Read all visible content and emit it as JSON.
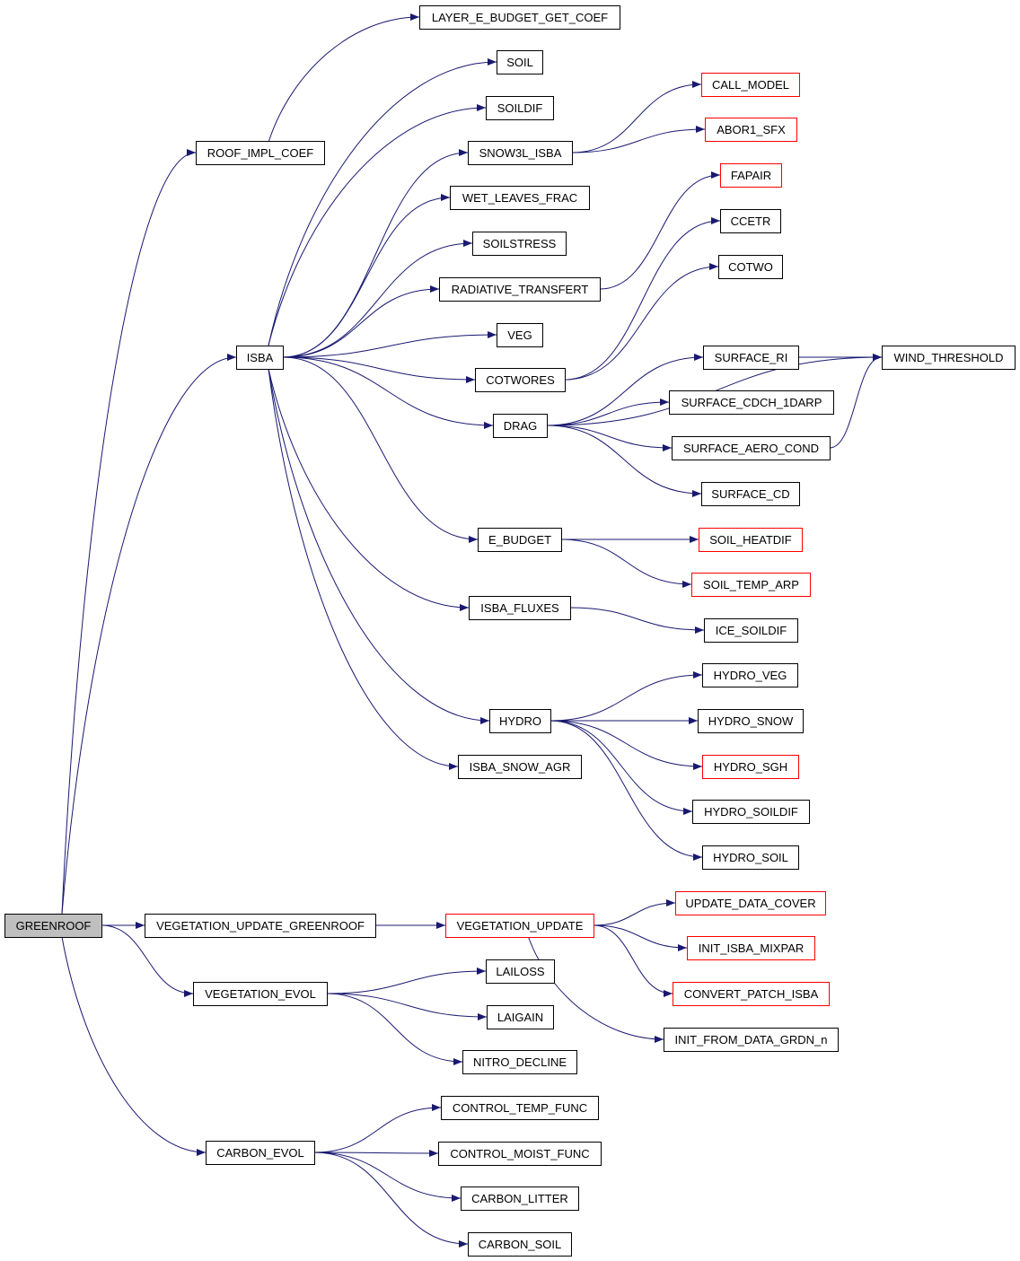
{
  "colors": {
    "edge": "#191970",
    "box_default": "#000000",
    "box_highlight": "#ff0000",
    "root_fill": "#bfbfbf",
    "text": "#000000"
  },
  "nodes": [
    {
      "id": "greenroof",
      "label": "GREENROOF",
      "style": "root"
    },
    {
      "id": "roof_impl_coef",
      "label": "ROOF_IMPL_COEF",
      "style": "default"
    },
    {
      "id": "isba",
      "label": "ISBA",
      "style": "default"
    },
    {
      "id": "vegetation_update_greenroof",
      "label": "VEGETATION_UPDATE_GREENROOF",
      "style": "default"
    },
    {
      "id": "vegetation_evol",
      "label": "VEGETATION_EVOL",
      "style": "default"
    },
    {
      "id": "carbon_evol",
      "label": "CARBON_EVOL",
      "style": "default"
    },
    {
      "id": "layer_e_budget_get_coef",
      "label": "LAYER_E_BUDGET_GET_COEF",
      "style": "default"
    },
    {
      "id": "soil",
      "label": "SOIL",
      "style": "default"
    },
    {
      "id": "soildif",
      "label": "SOILDIF",
      "style": "default"
    },
    {
      "id": "snow3l_isba",
      "label": "SNOW3L_ISBA",
      "style": "default"
    },
    {
      "id": "wet_leaves_frac",
      "label": "WET_LEAVES_FRAC",
      "style": "default"
    },
    {
      "id": "soilstress",
      "label": "SOILSTRESS",
      "style": "default"
    },
    {
      "id": "radiative_transfert",
      "label": "RADIATIVE_TRANSFERT",
      "style": "default"
    },
    {
      "id": "veg",
      "label": "VEG",
      "style": "default"
    },
    {
      "id": "cotwores",
      "label": "COTWORES",
      "style": "default"
    },
    {
      "id": "drag",
      "label": "DRAG",
      "style": "default"
    },
    {
      "id": "e_budget",
      "label": "E_BUDGET",
      "style": "default"
    },
    {
      "id": "isba_fluxes",
      "label": "ISBA_FLUXES",
      "style": "default"
    },
    {
      "id": "hydro",
      "label": "HYDRO",
      "style": "default"
    },
    {
      "id": "isba_snow_agr",
      "label": "ISBA_SNOW_AGR",
      "style": "default"
    },
    {
      "id": "vegetation_update",
      "label": "VEGETATION_UPDATE",
      "style": "highlight"
    },
    {
      "id": "lailoss",
      "label": "LAILOSS",
      "style": "default"
    },
    {
      "id": "laigain",
      "label": "LAIGAIN",
      "style": "default"
    },
    {
      "id": "nitro_decline",
      "label": "NITRO_DECLINE",
      "style": "default"
    },
    {
      "id": "control_temp_func",
      "label": "CONTROL_TEMP_FUNC",
      "style": "default"
    },
    {
      "id": "control_moist_func",
      "label": "CONTROL_MOIST_FUNC",
      "style": "default"
    },
    {
      "id": "carbon_litter",
      "label": "CARBON_LITTER",
      "style": "default"
    },
    {
      "id": "carbon_soil",
      "label": "CARBON_SOIL",
      "style": "default"
    },
    {
      "id": "call_model",
      "label": "CALL_MODEL",
      "style": "highlight"
    },
    {
      "id": "abor1_sfx",
      "label": "ABOR1_SFX",
      "style": "highlight"
    },
    {
      "id": "fapair",
      "label": "FAPAIR",
      "style": "highlight"
    },
    {
      "id": "ccetr",
      "label": "CCETR",
      "style": "default"
    },
    {
      "id": "cotwo",
      "label": "COTWO",
      "style": "default"
    },
    {
      "id": "surface_ri",
      "label": "SURFACE_RI",
      "style": "default"
    },
    {
      "id": "surface_cdch_1darp",
      "label": "SURFACE_CDCH_1DARP",
      "style": "default"
    },
    {
      "id": "surface_aero_cond",
      "label": "SURFACE_AERO_COND",
      "style": "default"
    },
    {
      "id": "surface_cd",
      "label": "SURFACE_CD",
      "style": "default"
    },
    {
      "id": "wind_threshold",
      "label": "WIND_THRESHOLD",
      "style": "default"
    },
    {
      "id": "soil_heatdif",
      "label": "SOIL_HEATDIF",
      "style": "highlight"
    },
    {
      "id": "soil_temp_arp",
      "label": "SOIL_TEMP_ARP",
      "style": "highlight"
    },
    {
      "id": "ice_soildif",
      "label": "ICE_SOILDIF",
      "style": "default"
    },
    {
      "id": "hydro_veg",
      "label": "HYDRO_VEG",
      "style": "default"
    },
    {
      "id": "hydro_snow",
      "label": "HYDRO_SNOW",
      "style": "default"
    },
    {
      "id": "hydro_sgh",
      "label": "HYDRO_SGH",
      "style": "highlight"
    },
    {
      "id": "hydro_soildif",
      "label": "HYDRO_SOILDIF",
      "style": "default"
    },
    {
      "id": "hydro_soil",
      "label": "HYDRO_SOIL",
      "style": "default"
    },
    {
      "id": "update_data_cover",
      "label": "UPDATE_DATA_COVER",
      "style": "highlight"
    },
    {
      "id": "init_isba_mixpar",
      "label": "INIT_ISBA_MIXPAR",
      "style": "highlight"
    },
    {
      "id": "convert_patch_isba",
      "label": "CONVERT_PATCH_ISBA",
      "style": "highlight"
    },
    {
      "id": "init_from_data_grdn_n",
      "label": "INIT_FROM_DATA_GRDN_n",
      "style": "default"
    }
  ],
  "edges": [
    [
      "greenroof",
      "roof_impl_coef"
    ],
    [
      "greenroof",
      "isba"
    ],
    [
      "greenroof",
      "vegetation_update_greenroof"
    ],
    [
      "greenroof",
      "vegetation_evol"
    ],
    [
      "greenroof",
      "carbon_evol"
    ],
    [
      "roof_impl_coef",
      "layer_e_budget_get_coef"
    ],
    [
      "isba",
      "soil"
    ],
    [
      "isba",
      "soildif"
    ],
    [
      "isba",
      "snow3l_isba"
    ],
    [
      "isba",
      "wet_leaves_frac"
    ],
    [
      "isba",
      "soilstress"
    ],
    [
      "isba",
      "radiative_transfert"
    ],
    [
      "isba",
      "veg"
    ],
    [
      "isba",
      "cotwores"
    ],
    [
      "isba",
      "drag"
    ],
    [
      "isba",
      "e_budget"
    ],
    [
      "isba",
      "isba_fluxes"
    ],
    [
      "isba",
      "hydro"
    ],
    [
      "isba",
      "isba_snow_agr"
    ],
    [
      "snow3l_isba",
      "call_model"
    ],
    [
      "snow3l_isba",
      "abor1_sfx"
    ],
    [
      "radiative_transfert",
      "fapair"
    ],
    [
      "cotwores",
      "ccetr"
    ],
    [
      "cotwores",
      "cotwo"
    ],
    [
      "drag",
      "wind_threshold"
    ],
    [
      "drag",
      "surface_ri"
    ],
    [
      "drag",
      "surface_cdch_1darp"
    ],
    [
      "drag",
      "surface_aero_cond"
    ],
    [
      "drag",
      "surface_cd"
    ],
    [
      "surface_ri",
      "wind_threshold"
    ],
    [
      "surface_aero_cond",
      "wind_threshold"
    ],
    [
      "e_budget",
      "soil_heatdif"
    ],
    [
      "e_budget",
      "soil_temp_arp"
    ],
    [
      "isba_fluxes",
      "ice_soildif"
    ],
    [
      "hydro",
      "hydro_veg"
    ],
    [
      "hydro",
      "hydro_snow"
    ],
    [
      "hydro",
      "hydro_sgh"
    ],
    [
      "hydro",
      "hydro_soildif"
    ],
    [
      "hydro",
      "hydro_soil"
    ],
    [
      "vegetation_update_greenroof",
      "vegetation_update"
    ],
    [
      "vegetation_update",
      "update_data_cover"
    ],
    [
      "vegetation_update",
      "init_isba_mixpar"
    ],
    [
      "vegetation_update",
      "convert_patch_isba"
    ],
    [
      "vegetation_update",
      "init_from_data_grdn_n"
    ],
    [
      "vegetation_evol",
      "lailoss"
    ],
    [
      "vegetation_evol",
      "laigain"
    ],
    [
      "vegetation_evol",
      "nitro_decline"
    ],
    [
      "carbon_evol",
      "control_temp_func"
    ],
    [
      "carbon_evol",
      "control_moist_func"
    ],
    [
      "carbon_evol",
      "carbon_litter"
    ],
    [
      "carbon_evol",
      "carbon_soil"
    ]
  ]
}
